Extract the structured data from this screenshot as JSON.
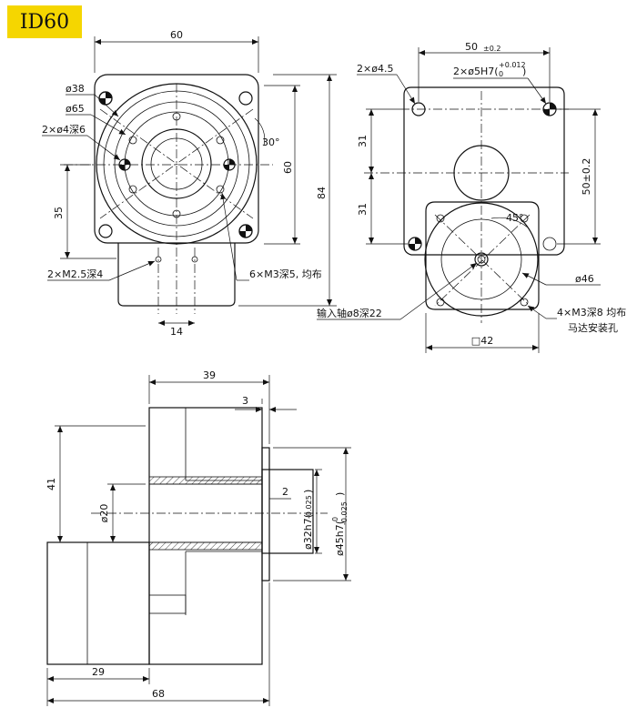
{
  "model": "ID60",
  "front": {
    "width": "60",
    "d38": "ø38",
    "d65": "ø65",
    "holes_4x4": "2×ø4深6",
    "angle30": "30°",
    "h60": "60",
    "h84": "84",
    "h35": "35",
    "m25": "2×M2.5深4",
    "m3x6": "6×M3深5, 均布",
    "w14": "14"
  },
  "rear": {
    "w50": "50",
    "w50_tol": "±0.2",
    "d45": "2×ø4.5",
    "d5h7": "2×ø5H7(",
    "d5h7_up": "+0.012",
    "d5h7_lo": "0",
    "d5h7_end": ")",
    "h31a": "31",
    "h31b": "31",
    "h50": "50±0.2",
    "angle45": "45°",
    "d46": "ø46",
    "input": "输入轴ø8深22",
    "m3x4": "4×M3深8 均布",
    "motor": "马达安装孔",
    "sq42": "□42"
  },
  "side": {
    "w39": "39",
    "d3": "3",
    "h41": "41",
    "d20": "ø20",
    "d2": "2",
    "d32": "ø32h7(",
    "d32_tol": "-0.025",
    "d32_end": ")",
    "d45h7": "ø45h7(",
    "d45h7_up": "0",
    "d45h7_lo": "-0.025",
    "d45h7_end": ")",
    "w29": "29",
    "w68": "68"
  }
}
